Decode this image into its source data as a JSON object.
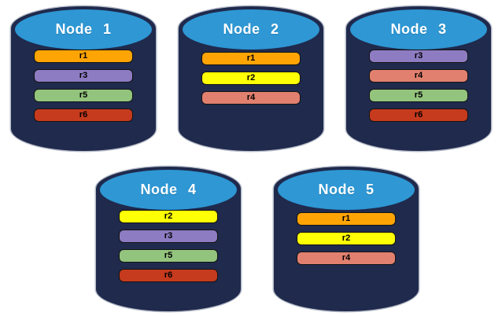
{
  "diagram": {
    "background": "#FFFFFF",
    "nodes": [
      {
        "name": "Node 1",
        "row": 1,
        "replicas": [
          "r1",
          "r3",
          "r5",
          "r6"
        ]
      },
      {
        "name": "Node 2",
        "row": 1,
        "replicas": [
          "r1",
          "r2",
          "r4"
        ]
      },
      {
        "name": "Node 3",
        "row": 1,
        "replicas": [
          "r3",
          "r4",
          "r5",
          "r6"
        ]
      },
      {
        "name": "Node 4",
        "row": 2,
        "replicas": [
          "r2",
          "r3",
          "r5",
          "r6"
        ]
      },
      {
        "name": "Node 5",
        "row": 2,
        "replicas": [
          "r1",
          "r2",
          "r4"
        ]
      }
    ],
    "replica_colors": {
      "r1": "#FFA405",
      "r2": "#FFFF05",
      "r3": "#8E7CC3",
      "r4": "#E2806F",
      "r5": "#93C47D",
      "r6": "#C63A1D"
    },
    "style": {
      "body_color": "#1F2A4D",
      "top_color": "#2E97D4",
      "label_color": "#FFFFFF",
      "bar_border_color": "#141414",
      "bar_text_color": "#000000"
    }
  }
}
